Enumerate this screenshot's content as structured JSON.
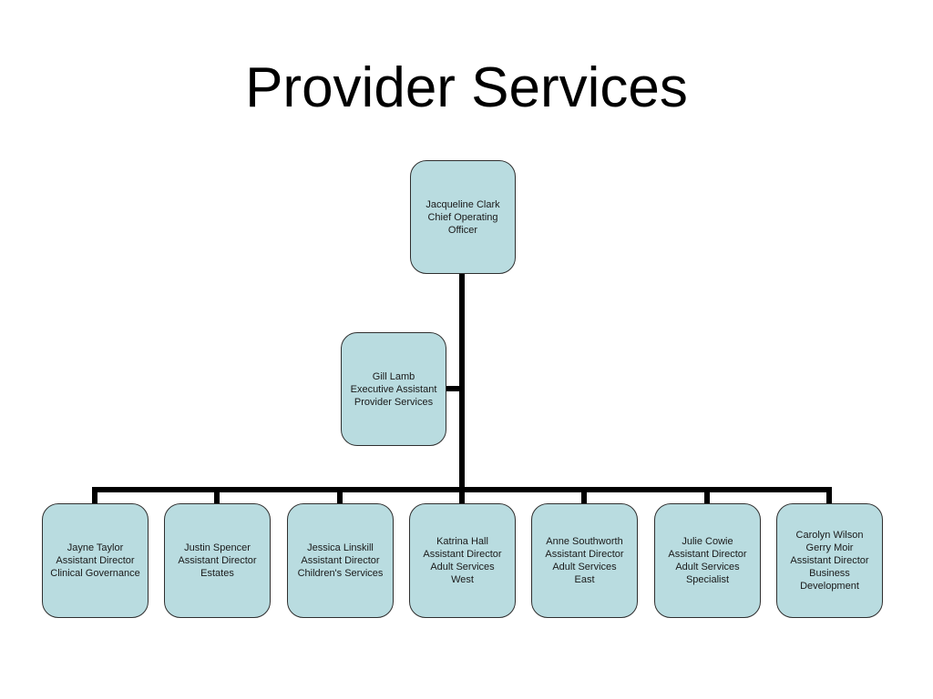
{
  "slide": {
    "title": "Provider Services",
    "colors": {
      "background": "#ffffff",
      "node_fill": "#b9dce0",
      "node_border": "#2f2f2f",
      "connector": "#000000",
      "text": "#1a1a1a"
    }
  },
  "org": {
    "root": {
      "id": "chief-operating-officer",
      "lines": [
        "Jacqueline Clark",
        "Chief Operating",
        "Officer"
      ]
    },
    "assistant": {
      "id": "executive-assistant",
      "lines": [
        "Gill Lamb",
        "Executive Assistant",
        "Provider Services"
      ]
    },
    "reports": [
      {
        "id": "clinical-governance",
        "lines": [
          "Jayne Taylor",
          "Assistant Director",
          "Clinical Governance"
        ]
      },
      {
        "id": "estates",
        "lines": [
          "Justin Spencer",
          "Assistant Director",
          "Estates"
        ]
      },
      {
        "id": "childrens-services",
        "lines": [
          "Jessica Linskill",
          "Assistant Director",
          "Children's Services"
        ]
      },
      {
        "id": "adult-services-west",
        "lines": [
          "Katrina Hall",
          "Assistant Director",
          "Adult Services",
          "West"
        ]
      },
      {
        "id": "adult-services-east",
        "lines": [
          "Anne Southworth",
          "Assistant Director",
          "Adult Services",
          "East"
        ]
      },
      {
        "id": "adult-services-specialist",
        "lines": [
          "Julie Cowie",
          "Assistant Director",
          "Adult Services",
          "Specialist"
        ]
      },
      {
        "id": "business-development",
        "lines": [
          "Carolyn Wilson",
          "Gerry Moir",
          "Assistant Director",
          "Business",
          "Development"
        ]
      }
    ]
  }
}
